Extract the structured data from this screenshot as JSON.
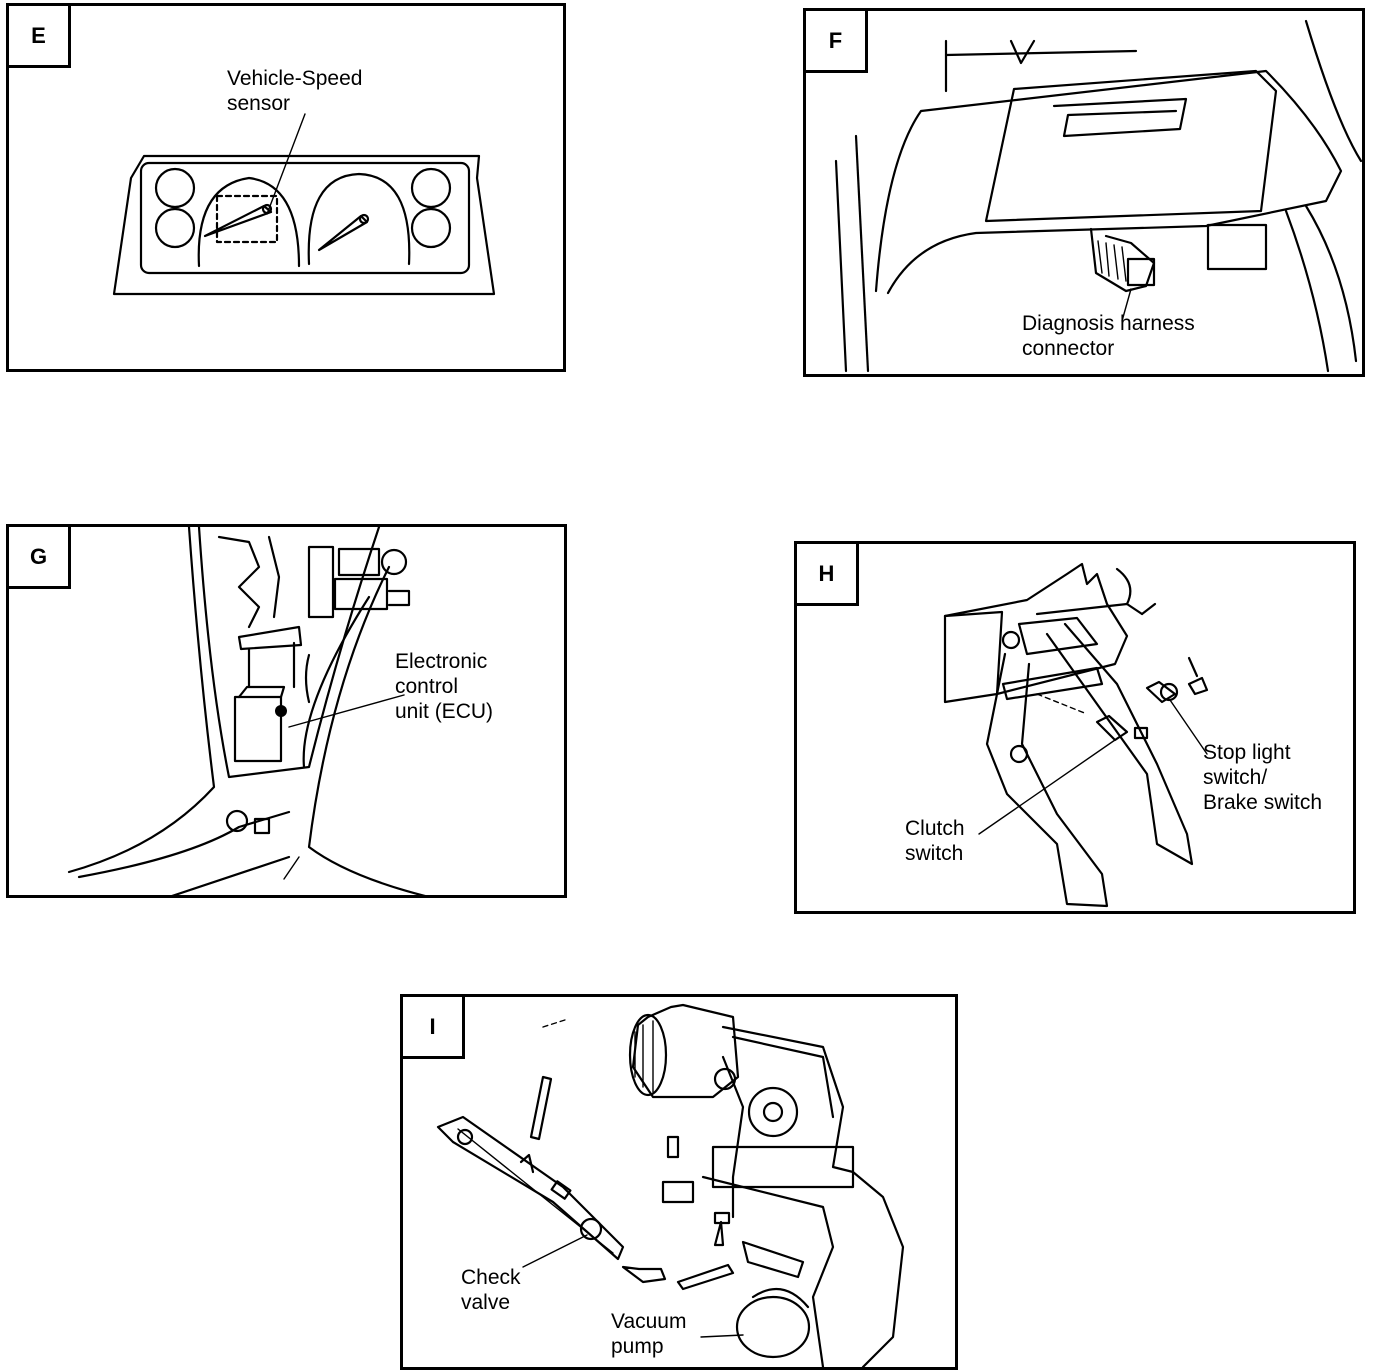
{
  "panels": [
    {
      "id": "E",
      "labels": [
        "Vehicle-Speed\nsensor"
      ]
    },
    {
      "id": "F",
      "labels": [
        "Diagnosis harness\nconnector"
      ]
    },
    {
      "id": "G",
      "labels": [
        "Electronic\ncontrol\nunit (ECU)"
      ]
    },
    {
      "id": "H",
      "labels": [
        "Stop light\nswitch/\nBrake switch",
        "Clutch\nswitch"
      ]
    },
    {
      "id": "I",
      "labels": [
        "Check\nvalve",
        "Vacuum\npump"
      ]
    }
  ]
}
